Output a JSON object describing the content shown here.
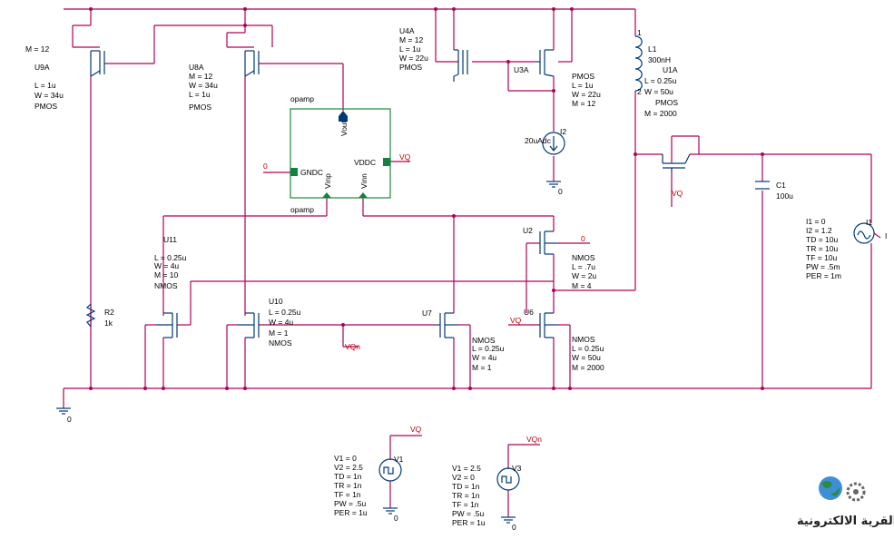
{
  "opamp": {
    "top_label": "opamp",
    "bottom_label": "opamp",
    "pins": {
      "gndc": "GNDC",
      "vddc": "VDDC",
      "vout": "Vout",
      "vinp": "Vinp",
      "vinn": "Vinn"
    }
  },
  "nets": {
    "vq": "VQ",
    "vqn": "VQn",
    "zero": "0"
  },
  "components": {
    "u9a": {
      "name": "U9A",
      "m": "M = 12",
      "l": "L = 1u",
      "w": "W = 34u",
      "type": "PMOS"
    },
    "u8a": {
      "name": "U8A",
      "m": "M = 12",
      "w": "W = 34u",
      "l": "L = 1u",
      "type": "PMOS"
    },
    "u4a": {
      "name": "U4A",
      "m": "M = 12",
      "l": "L = 1u",
      "w": "W = 22u",
      "type": "PMOS"
    },
    "u3a": {
      "name": "U3A",
      "type": "PMOS",
      "l": "L = 1u",
      "w": "W = 22u",
      "m": "M = 12"
    },
    "i2": {
      "name": "I2",
      "value": "20uAdc",
      "ground": "0"
    },
    "l1": {
      "name": "L1",
      "value": "300nH",
      "pin1": "1",
      "pin2": "2"
    },
    "u1a": {
      "name": "U1A",
      "l": "L = 0.25u",
      "w": "W = 50u",
      "type": "PMOS",
      "m": "M = 2000"
    },
    "c1": {
      "name": "C1",
      "value": "100u"
    },
    "i1": {
      "name": "I1",
      "pin": "I",
      "params": [
        "I1 = 0",
        "I2 = 1.2",
        "TD = 10u",
        "TR = 10u",
        "TF = 10u",
        "PW = .5m",
        "PER = 1m"
      ]
    },
    "u11": {
      "name": "U11",
      "l": "L = 0.25u",
      "w": "W = 4u",
      "m": "M = 10",
      "type": "NMOS"
    },
    "r2": {
      "name": "R2",
      "value": "1k"
    },
    "u10": {
      "name": "U10",
      "l": "L = 0.25u",
      "w": "W = 4u",
      "m": "M = 1",
      "type": "NMOS"
    },
    "u7": {
      "name": "U7",
      "type": "NMOS",
      "l": "L = 0.25u",
      "w": "W = 4u",
      "m": "M = 1"
    },
    "u2": {
      "name": "U2",
      "type": "NMOS",
      "l": "L = .7u",
      "w": "W = 2u",
      "m": "M = 4"
    },
    "u6": {
      "name": "U6",
      "type": "NMOS",
      "l": "L = 0.25u",
      "w": "W = 50u",
      "m": "M = 2000"
    },
    "v1": {
      "name": "V1",
      "params": [
        "V1 = 0",
        "V2 = 2.5",
        "TD = 1n",
        "TR = 1n",
        "TF = 1n",
        "PW = .5u",
        "PER = 1u"
      ]
    },
    "v3": {
      "name": "V3",
      "params": [
        "V1 = 2.5",
        "V2 = 0",
        "TD = 1n",
        "TR = 1n",
        "TF = 1n",
        "PW = .5u",
        "PER = 1u"
      ]
    }
  },
  "watermark": "القرية الالكترونية",
  "colors": {
    "wire": "#b0005a",
    "symbol": "#003a7a",
    "pin": "#138044",
    "net_label": "#c00000"
  }
}
